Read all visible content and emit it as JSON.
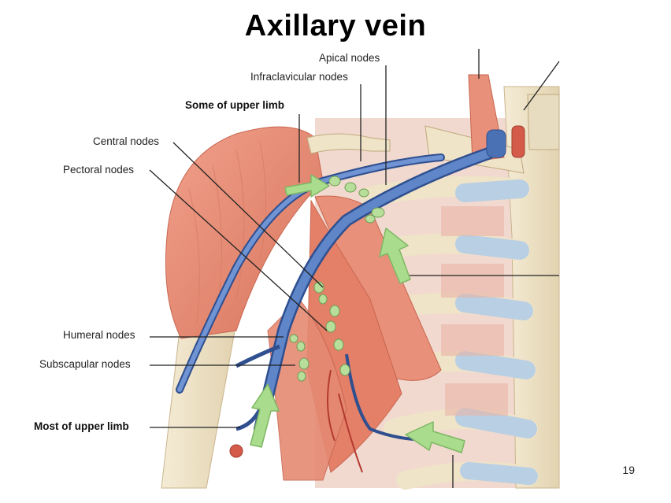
{
  "slide": {
    "title": "Axillary vein",
    "page_number": "19"
  },
  "labels": {
    "apical": "Apical nodes",
    "infraclavicular": "Infraclavicular nodes",
    "some_upper_limb": "Some of upper limb",
    "central": "Central nodes",
    "pectoral": "Pectoral nodes",
    "humeral": "Humeral nodes",
    "subscapular": "Subscapular nodes",
    "most_upper_limb": "Most of upper limb"
  },
  "colors": {
    "muscle": "#e8907a",
    "muscle_dark": "#c96650",
    "bone": "#efe3c8",
    "cartilage": "#b9cfe3",
    "vein": "#5a7fc0",
    "vein_dark": "#2f4f8f",
    "node": "#b7de9a",
    "arrow": "#a9dc8c"
  }
}
